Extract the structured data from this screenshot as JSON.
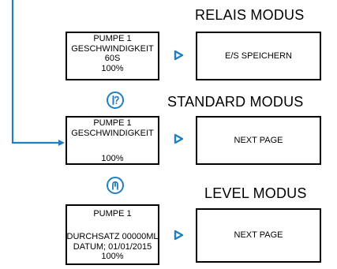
{
  "colors": {
    "accent": "#1f7fc0",
    "border": "#000000"
  },
  "sections": [
    {
      "title": "RELAIS MODUS",
      "left_lines": [
        "PUMPE 1",
        "GESCHWINDIGKEIT",
        "60S",
        "100%"
      ],
      "right_label": "E/S SPEICHERN"
    },
    {
      "title": "STANDARD MODUS",
      "left_lines": [
        "PUMPE 1",
        "GESCHWINDIGKEIT",
        "",
        "100%"
      ],
      "right_label": "NEXT PAGE"
    },
    {
      "title": "LEVEL MODUS",
      "left_lines": [
        "PUMPE 1",
        "",
        "DURCHSATZ 00000ML",
        "DATUM; 01/01/2015",
        "100%"
      ],
      "right_label": "NEXT PAGE"
    }
  ],
  "icons": {
    "next_arrow": "chevron-right-icon",
    "help": "help-question-icon",
    "touch": "finger-press-icon"
  }
}
